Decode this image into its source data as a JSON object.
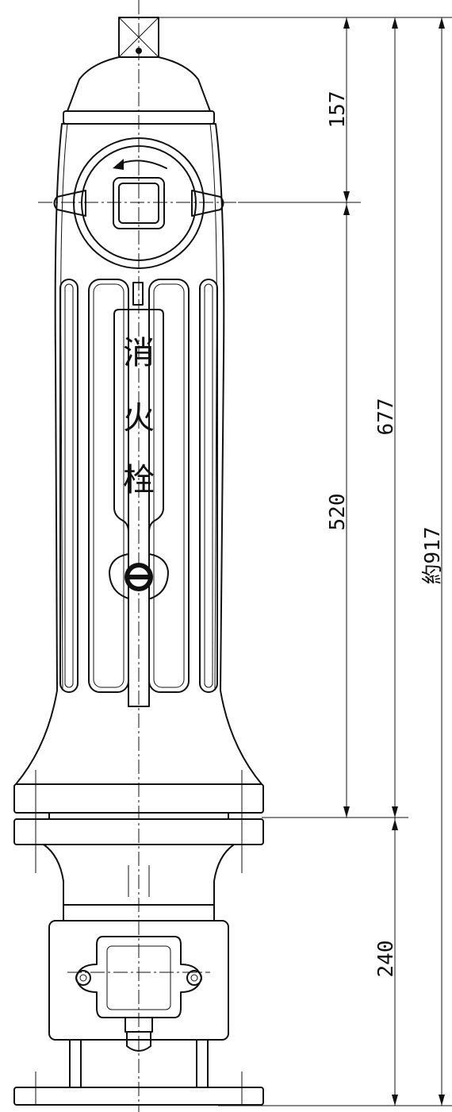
{
  "label": {
    "char1": "消",
    "char2": "火",
    "char3": "栓"
  },
  "dimensions": {
    "top_section": "157",
    "body": "520",
    "upper_total": "677",
    "lower_section": "240",
    "overall": "約917"
  }
}
